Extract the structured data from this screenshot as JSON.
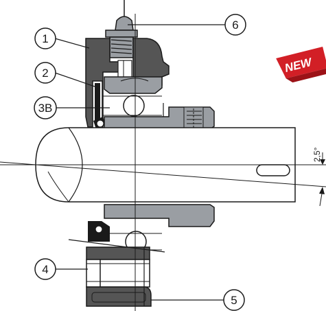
{
  "badge": {
    "label": "NEW",
    "color": "#d21f26"
  },
  "callouts": {
    "c1": "1",
    "c2": "2",
    "c3b": "3B",
    "c4": "4",
    "c5": "5",
    "c6": "6"
  },
  "angle_label": "2,5°",
  "colors": {
    "housing": "#555555",
    "bearing_ring": "#9a9ea3",
    "shaft": "#ffffff",
    "outline": "#1a1a1a"
  }
}
